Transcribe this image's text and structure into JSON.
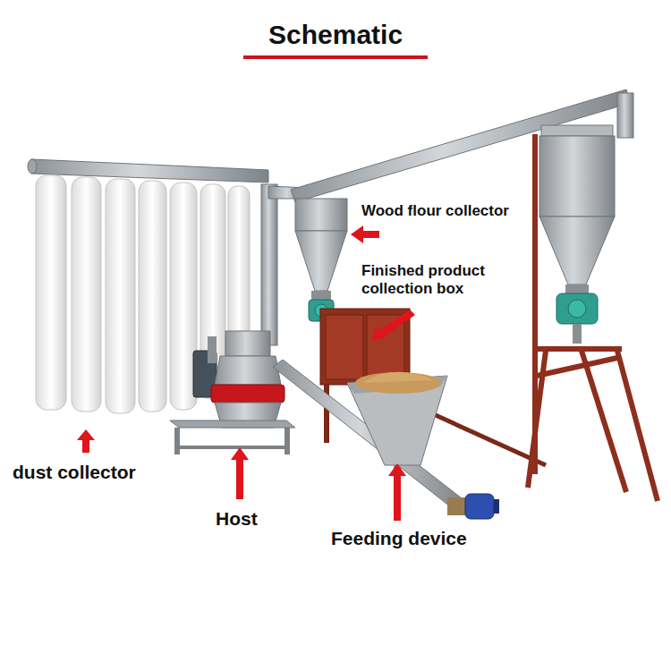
{
  "diagram": {
    "title": "Schematic",
    "labels": [
      "Wood flour collector",
      "Finished product collection box",
      "dust collector",
      "Host",
      "Feeding device"
    ]
  }
}
